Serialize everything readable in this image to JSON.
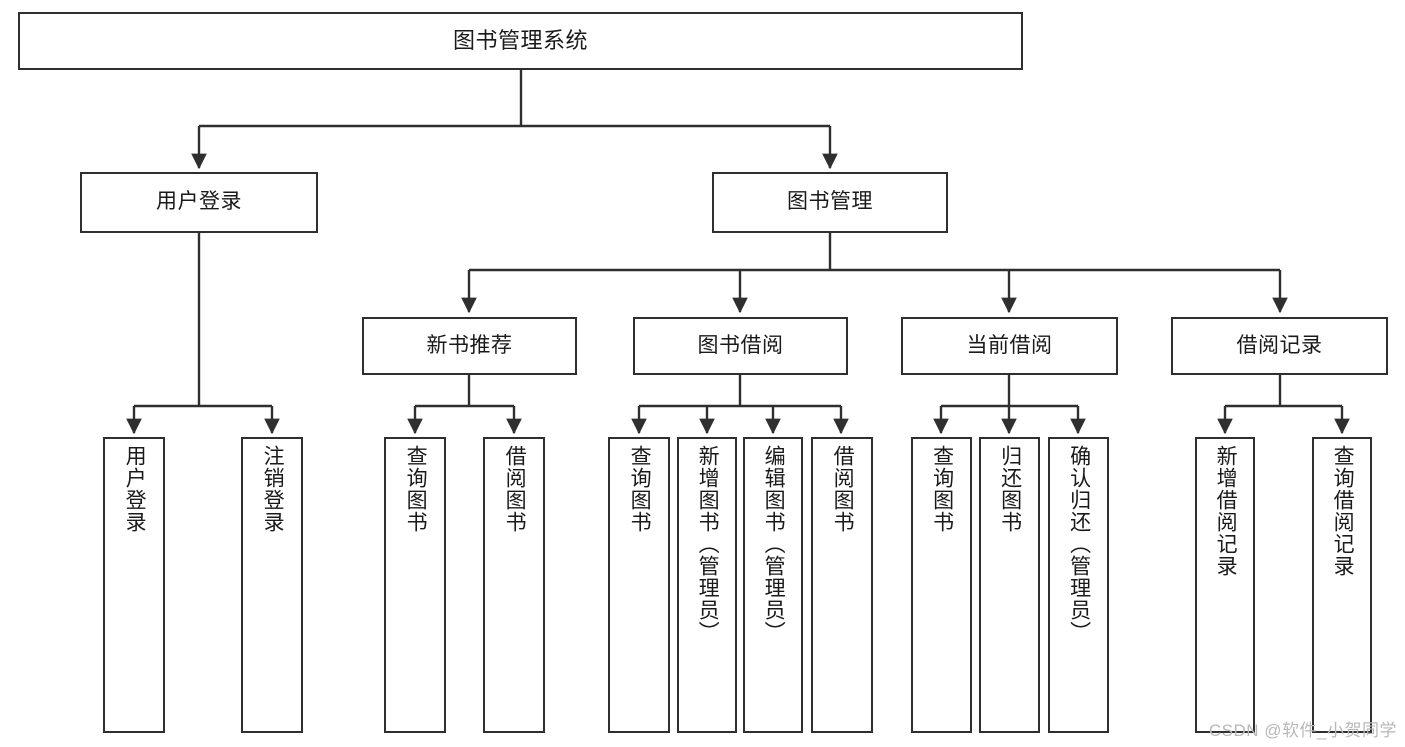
{
  "diagram": {
    "title": "图书管理系统",
    "type": "tree-hierarchy",
    "root": {
      "label": "图书管理系统"
    },
    "level2": [
      {
        "label": "用户登录"
      },
      {
        "label": "图书管理"
      }
    ],
    "level3": [
      {
        "label": "新书推荐"
      },
      {
        "label": "图书借阅"
      },
      {
        "label": "当前借阅"
      },
      {
        "label": "借阅记录"
      }
    ],
    "leaves": {
      "user_login": [
        {
          "label": "用户登录"
        },
        {
          "label": "注销登录"
        }
      ],
      "new_book_recommend": [
        {
          "label": "查询图书"
        },
        {
          "label": "借阅图书"
        }
      ],
      "book_borrow": [
        {
          "label": "查询图书"
        },
        {
          "label": "新增图书（管理员）"
        },
        {
          "label": "编辑图书（管理员）"
        },
        {
          "label": "借阅图书"
        }
      ],
      "current_borrow": [
        {
          "label": "查询图书"
        },
        {
          "label": "归还图书"
        },
        {
          "label": "确认归还（管理员）"
        }
      ],
      "borrow_record": [
        {
          "label": "新增借阅记录"
        },
        {
          "label": "查询借阅记录"
        }
      ]
    }
  },
  "watermark": {
    "text": "CSDN @软件_小贺同学"
  },
  "colors": {
    "stroke": "#2f2f2f",
    "fill": "#ffffff",
    "text": "#1a1a1a",
    "watermark": "#b8b8b8"
  }
}
